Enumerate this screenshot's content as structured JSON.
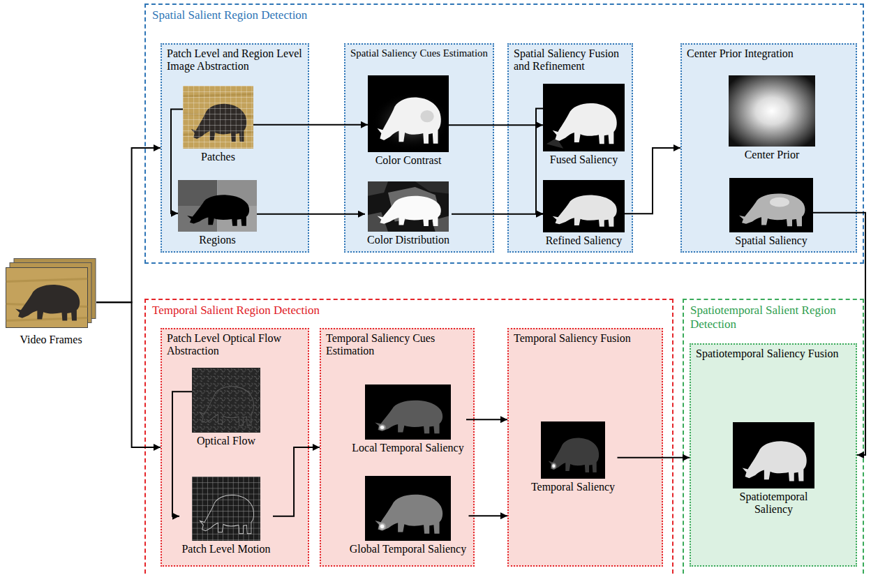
{
  "diagram": {
    "nodes": [
      {
        "text": [
          "Spatial Salient Region Detection"
        ]
      },
      {
        "text": [
          "Patch Level and Region Level Image Abstraction"
        ],
        "in": 0
      },
      {
        "text": [
          "Patches"
        ],
        "in": 1
      },
      {
        "text": [
          "Regions"
        ],
        "in": 1
      },
      {
        "text": [
          "Spatial Saliency Cues Estimation"
        ],
        "in": 0
      },
      {
        "text": [
          "Color Contrast"
        ],
        "in": 4
      },
      {
        "text": [
          "Color Distribution"
        ],
        "in": 4
      },
      {
        "text": [
          "Spatial Saliency Fusion and Refinement"
        ],
        "in": 0
      },
      {
        "text": [
          "Fused Saliency"
        ],
        "in": 7
      },
      {
        "text": [
          "Refined Saliency"
        ],
        "in": 7
      },
      {
        "text": [
          "Center Prior Integration"
        ],
        "in": 0
      },
      {
        "text": [
          "Center Prior"
        ],
        "in": 10
      },
      {
        "text": [
          "Spatial Saliency"
        ],
        "in": 10
      },
      {
        "text": [
          "Video Frames"
        ]
      },
      {
        "text": [
          "Temporal Salient Region Detection"
        ]
      },
      {
        "text": [
          "Patch Level Optical Flow Abstraction"
        ],
        "in": 14
      },
      {
        "text": [
          "Optical Flow"
        ],
        "in": 15
      },
      {
        "text": [
          "Patch Level Motion"
        ],
        "in": 15
      },
      {
        "text": [
          "Temporal Saliency Cues Estimation"
        ],
        "in": 14
      },
      {
        "text": [
          "Local Temporal Saliency"
        ],
        "in": 18
      },
      {
        "text": [
          "Global Temporal Saliency"
        ],
        "in": 18
      },
      {
        "text": [
          "Temporal Saliency Fusion"
        ],
        "in": 14
      },
      {
        "text": [
          "Temporal Saliency"
        ],
        "in": 21
      },
      {
        "text": [
          "Spatiotemporal Salient Region Detection"
        ]
      },
      {
        "text": [
          "Spatiotemporal Saliency Fusion"
        ],
        "in": 23
      },
      {
        "text": [
          "Spatiotemporal Saliency"
        ],
        "in": 24
      }
    ],
    "edges": [
      {
        "from": 13,
        "to": 1,
        "arrow": "to"
      },
      {
        "from": 13,
        "to": 15,
        "arrow": "to"
      },
      {
        "from": 2,
        "to": 3,
        "arrow": "to"
      },
      {
        "from": 2,
        "to": 5,
        "arrow": "to"
      },
      {
        "from": 3,
        "to": 6,
        "arrow": "to"
      },
      {
        "from": 5,
        "to": 8,
        "arrow": "to"
      },
      {
        "from": 6,
        "to": 9,
        "arrow": "to"
      },
      {
        "from": 8,
        "to": 9,
        "arrow": "to"
      },
      {
        "from": 9,
        "to": 10,
        "arrow": "to"
      },
      {
        "from": 12,
        "to": 24,
        "arrow": "to"
      },
      {
        "from": 16,
        "to": 17,
        "arrow": "to"
      },
      {
        "from": 17,
        "to": 18,
        "arrow": "to"
      },
      {
        "from": 19,
        "to": 21,
        "arrow": "to"
      },
      {
        "from": 20,
        "to": 21,
        "arrow": "to"
      },
      {
        "from": 22,
        "to": 24,
        "arrow": "to"
      }
    ]
  }
}
